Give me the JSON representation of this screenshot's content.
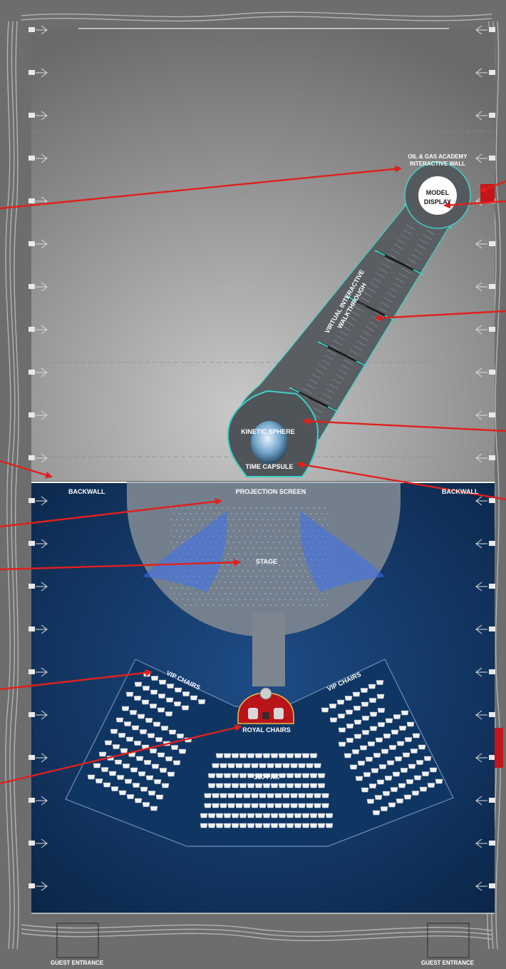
{
  "labels": {
    "academy_wall": [
      "OIL & GAS ACADEMY",
      "INTERACTIVE WALL"
    ],
    "model_display": [
      "MODEL",
      "DISPLAY"
    ],
    "walkthrough": [
      "VIRTUAL INTERACTIVE",
      "WALKTHROUGH"
    ],
    "kinetic_sphere": "KINETIC SPHERE",
    "time_capsule": "TIME CAPSULE",
    "backwall_left": "BACKWALL",
    "backwall_right": "BACKWALL",
    "projection_screen": "PROJECTION SCREEN",
    "stage": "STAGE",
    "vip_left": "VIP CHAIRS",
    "vip_right": "VIP CHAIRS",
    "royal_chairs": "ROYAL CHAIRS",
    "capacity": "350 PAX",
    "guest_entrance_left": "GUEST ENTRANCE",
    "guest_entrance_right": "GUEST ENTRANCE"
  },
  "colors": {
    "frame": "#6d6d6d",
    "hall_grey": "#8a8a8a",
    "hall_blue": "#0f2f5a",
    "stage_grey": "#7d8590",
    "walkway": "#5a5d62",
    "accent_teal": "#3fd0c8",
    "arrow_red": "#e0201c",
    "royal_red": "#b8141a",
    "chair_white": "#f2f2f2"
  }
}
